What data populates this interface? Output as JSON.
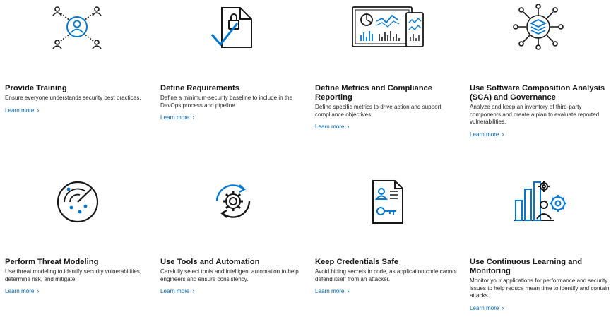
{
  "colors": {
    "accent": "#0078D4",
    "text": "#171717",
    "link": "#0067b8"
  },
  "cards": [
    {
      "icon": "people-network-icon",
      "title": "Provide Training",
      "description": "Ensure everyone understands security best practices.",
      "link": "Learn more"
    },
    {
      "icon": "locked-document-check-icon",
      "title": "Define Requirements",
      "description": "Define a minimum-security baseline to include in the DevOps process and pipeline.",
      "link": "Learn more"
    },
    {
      "icon": "dashboard-devices-icon",
      "title": "Define Metrics and Compliance Reporting",
      "description": "Define specific metrics to drive action and support compliance objectives.",
      "link": "Learn more"
    },
    {
      "icon": "layers-network-icon",
      "title": "Use Software Composition Analysis (SCA) and Governance",
      "description": "Analyze and keep an inventory of third-party components and create a plan to evaluate reported vulnerabilities.",
      "link": "Learn more"
    },
    {
      "icon": "radar-icon",
      "title": "Perform Threat Modeling",
      "description": "Use threat modeling to identify security vulnerabilities, determine risk, and mitigate.",
      "link": "Learn more"
    },
    {
      "icon": "gear-cycle-icon",
      "title": "Use Tools and Automation",
      "description": "Carefully select tools and intelligent automation to help engineers and ensure consistency.",
      "link": "Learn more"
    },
    {
      "icon": "credential-document-key-icon",
      "title": "Keep Credentials Safe",
      "description": "Avoid hiding secrets in code, as application code cannot defend itself from an attacker.",
      "link": "Learn more"
    },
    {
      "icon": "learning-chart-gears-icon",
      "title": "Use Continuous Learning and Monitoring",
      "description": "Monitor your applications for performance and security issues to help reduce mean time to identify and contain attacks.",
      "link": "Learn more"
    }
  ]
}
